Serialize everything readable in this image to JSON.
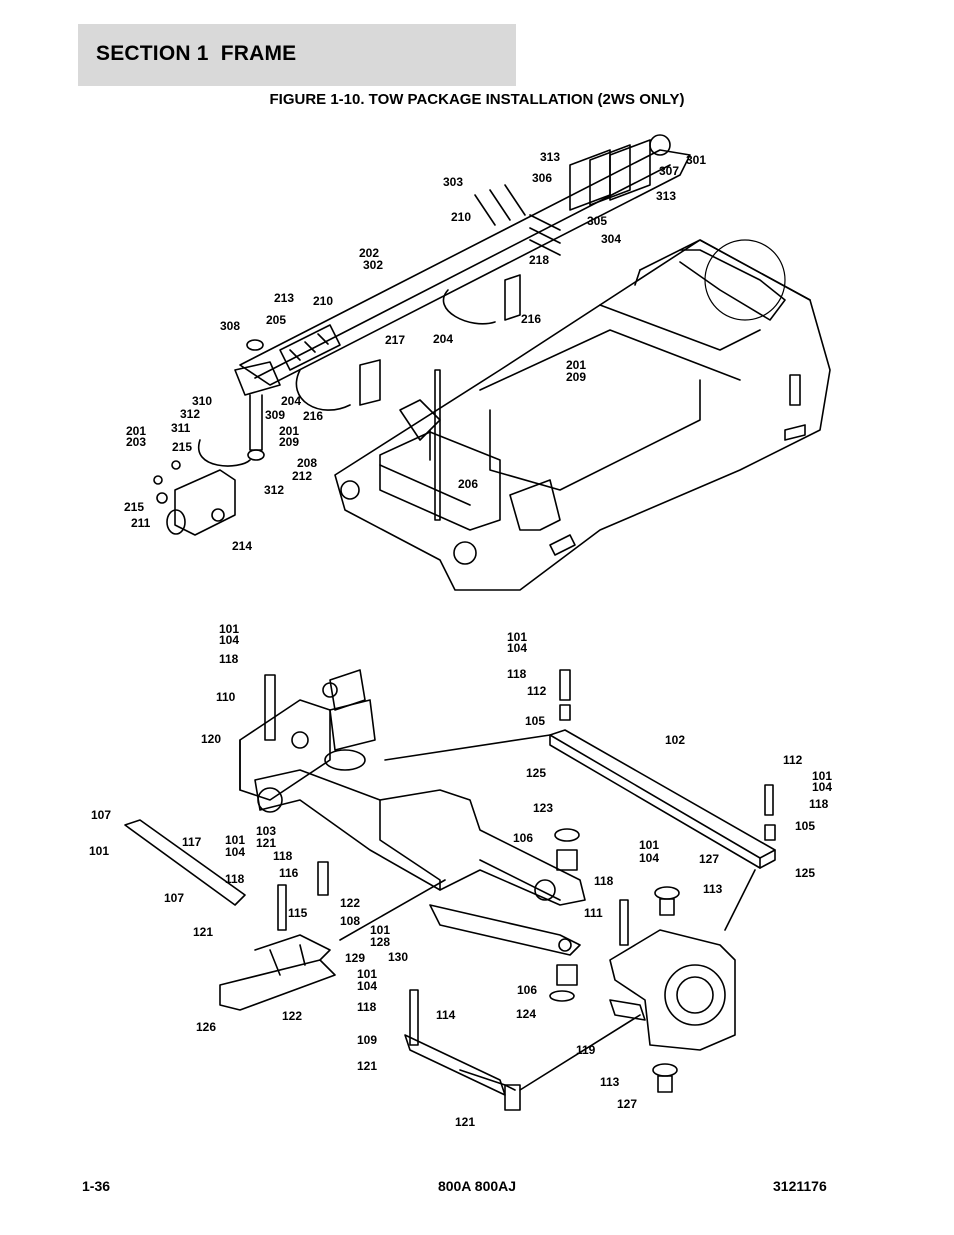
{
  "header": {
    "section": "SECTION 1  FRAME",
    "figure": "FIGURE 1-10. TOW PACKAGE INSTALLATION (2WS ONLY)"
  },
  "footer": {
    "page": "1-36",
    "model": "800A 800AJ",
    "doc_number": "3121176"
  },
  "callouts": [
    "313",
    "301",
    "306",
    "307",
    "313",
    "303",
    "305",
    "304",
    "210",
    "218",
    "202",
    "302",
    "213",
    "210",
    "216",
    "308",
    "205",
    "217",
    "204",
    "201",
    "209",
    "310",
    "204",
    "312",
    "309",
    "216",
    "311",
    "201",
    "209",
    "201",
    "203",
    "215",
    "208",
    "212",
    "206",
    "312",
    "215",
    "211",
    "214",
    "101",
    "104",
    "118",
    "101",
    "104",
    "118",
    "110",
    "112",
    "105",
    "120",
    "102",
    "125",
    "112",
    "101",
    "104",
    "118",
    "105",
    "107",
    "117",
    "101",
    "103",
    "121",
    "101",
    "104",
    "118",
    "123",
    "106",
    "101",
    "104",
    "127",
    "118",
    "116",
    "122",
    "118",
    "113",
    "107",
    "115",
    "108",
    "125",
    "111",
    "121",
    "101",
    "128",
    "129",
    "130",
    "101",
    "104",
    "106",
    "124",
    "118",
    "126",
    "122",
    "114",
    "109",
    "119",
    "121",
    "113",
    "127",
    "121"
  ],
  "colors": {
    "header_bg": "#d9d9d9",
    "ink": "#000000"
  }
}
